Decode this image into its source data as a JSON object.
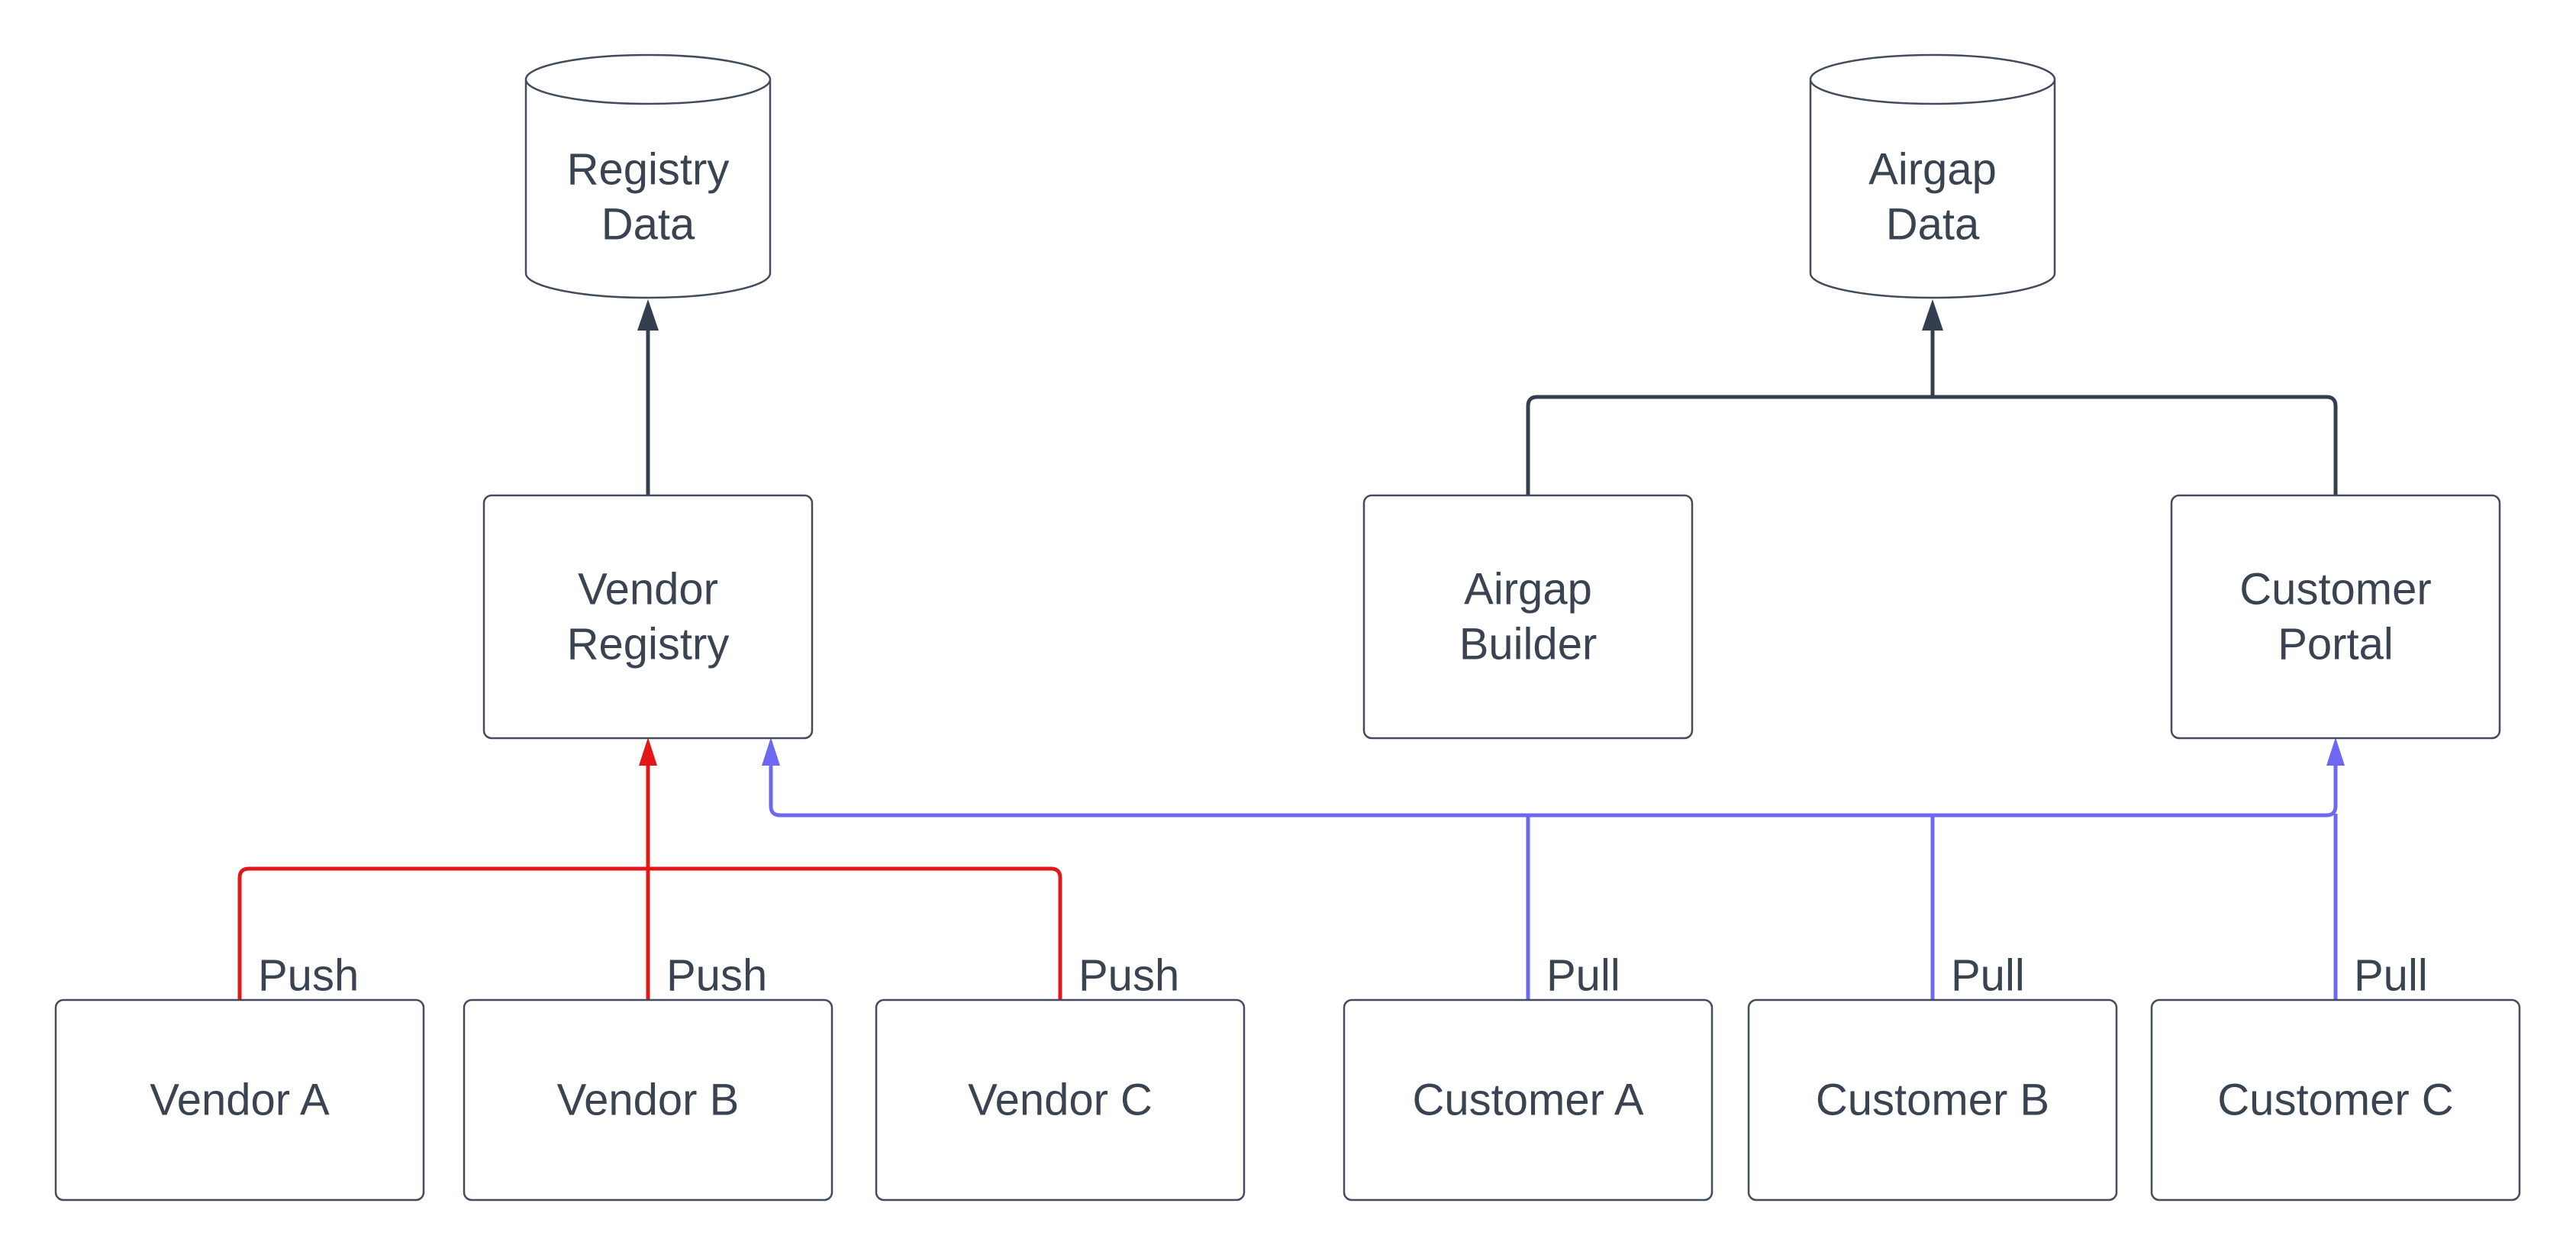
{
  "diagram": {
    "nodes": {
      "registry_data": {
        "shape": "database",
        "line1": "Registry",
        "line2": "Data"
      },
      "airgap_data": {
        "shape": "database",
        "line1": "Airgap",
        "line2": "Data"
      },
      "vendor_registry": {
        "shape": "rectangle",
        "line1": "Vendor",
        "line2": "Registry"
      },
      "airgap_builder": {
        "shape": "rectangle",
        "line1": "Airgap",
        "line2": "Builder"
      },
      "customer_portal": {
        "shape": "rectangle",
        "line1": "Customer",
        "line2": "Portal"
      },
      "vendor_a": {
        "shape": "rectangle",
        "label": "Vendor A"
      },
      "vendor_b": {
        "shape": "rectangle",
        "label": "Vendor B"
      },
      "vendor_c": {
        "shape": "rectangle",
        "label": "Vendor C"
      },
      "customer_a": {
        "shape": "rectangle",
        "label": "Customer A"
      },
      "customer_b": {
        "shape": "rectangle",
        "label": "Customer B"
      },
      "customer_c": {
        "shape": "rectangle",
        "label": "Customer C"
      }
    },
    "edge_labels": {
      "push": "Push",
      "pull": "Pull"
    },
    "colors": {
      "push_edge": "#e21718",
      "pull_edge": "#6e67f1",
      "flow_edge": "#333e4f"
    }
  }
}
